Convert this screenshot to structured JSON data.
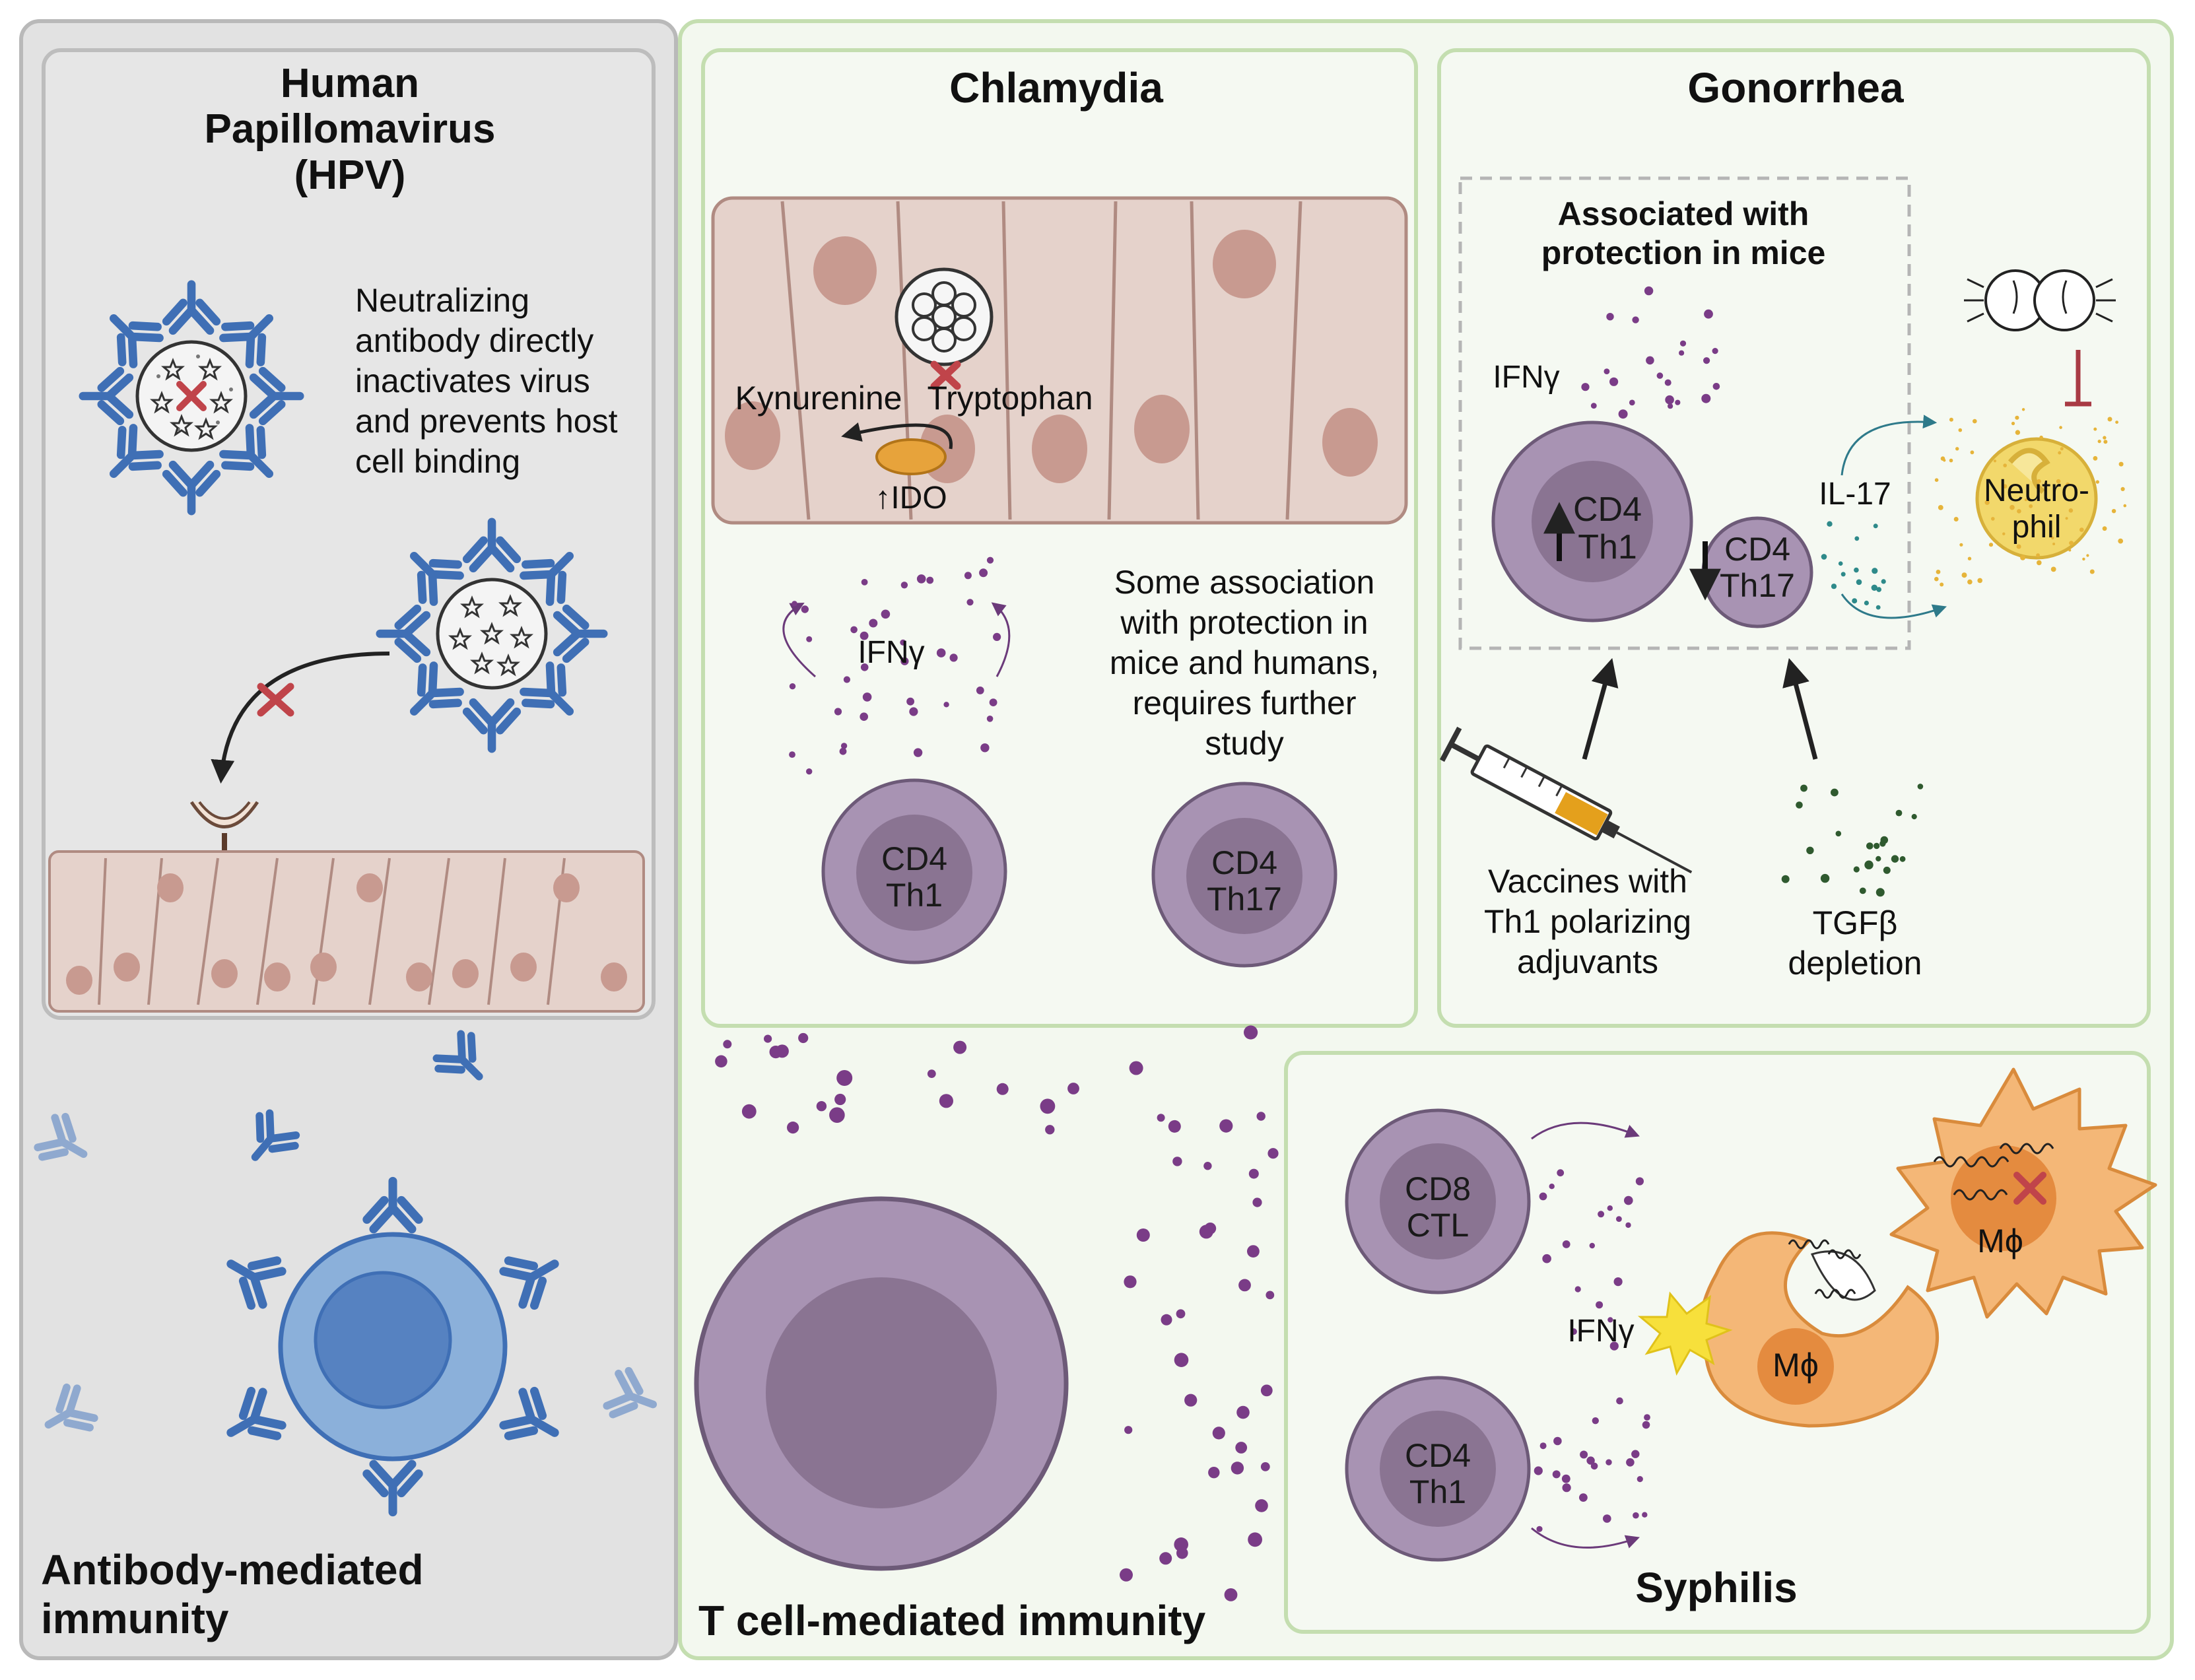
{
  "colors": {
    "left_panel_bg": "#e6e6e6",
    "right_panel_bg": "#f3f8ef",
    "panel_border_green": "#c4deb0",
    "antibody_blue": "#3f6fb5",
    "tcell_purple": "#a893b3",
    "tcell_nucleus": "#8a7492",
    "cytokine_purple": "#7a3c87",
    "epithelium": "#e6d3cc",
    "macrophage_orange": "#f4b777",
    "neutrophil_yellow": "#f1d86a",
    "block_red": "#c0444a"
  },
  "left_panel": {
    "title": "Human Papillomavirus (HPV)",
    "title_lines": [
      "Human",
      "Papillomavirus",
      "(HPV)"
    ],
    "description_lines": [
      "Neutralizing",
      "antibody directly",
      "inactivates virus",
      "and prevents host",
      "cell binding"
    ],
    "footer_lines": [
      "Antibody-mediated",
      "immunity"
    ],
    "icons": [
      "virus-icon",
      "antibody-icon",
      "receptor-icon",
      "b-cell-icon",
      "block-x-icon"
    ]
  },
  "chlamydia": {
    "title": "Chlamydia",
    "kynurenine": "Kynurenine",
    "tryptophan": "Tryptophan",
    "ido": "↑IDO",
    "ifn": "IFNγ",
    "th1_lines": [
      "CD4",
      "Th1"
    ],
    "th17_lines": [
      "CD4",
      "Th17"
    ],
    "note_lines": [
      "Some association",
      "with protection in",
      "mice and humans,",
      "requires further",
      "study"
    ]
  },
  "gonorrhea": {
    "title": "Gonorrhea",
    "box_title_lines": [
      "Associated with",
      "protection in mice"
    ],
    "ifn": "IFNγ",
    "th1_lines": [
      "CD4",
      "Th1"
    ],
    "th17_lines": [
      "CD4",
      "Th17"
    ],
    "il17": "IL-17",
    "neutrophil_lines": [
      "Neutro-",
      "phil"
    ],
    "vaccine_lines": [
      "Vaccines with",
      "Th1 polarizing",
      "adjuvants"
    ],
    "tgf_lines": [
      "TGFβ",
      "depletion"
    ]
  },
  "tcell_footer": "T cell-mediated immunity",
  "syphilis": {
    "title": "Syphilis",
    "cd8_lines": [
      "CD8",
      "CTL"
    ],
    "th1_lines": [
      "CD4",
      "Th1"
    ],
    "ifn": "IFNγ",
    "macrophage_1": "Mϕ",
    "macrophage_2": "Mϕ"
  }
}
